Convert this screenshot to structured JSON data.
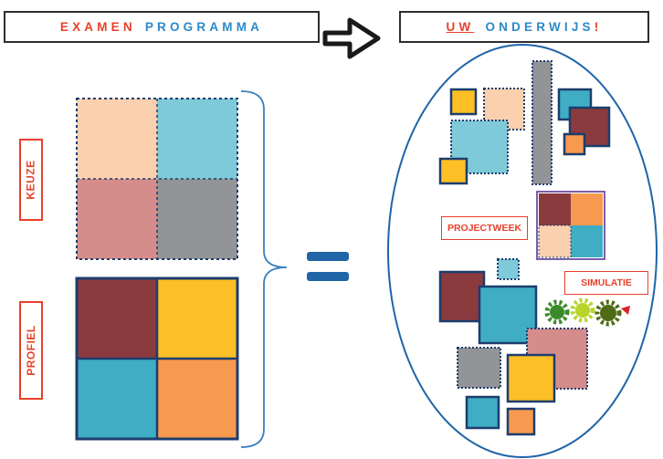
{
  "header": {
    "left_word1": "EXAMEN",
    "left_word2": "PROGRAMMA",
    "right_word1": "UW",
    "right_word2": "ONDERWIJS",
    "right_exclaim": "!"
  },
  "labels": {
    "keuze": "KEUZE",
    "profiel": "PROFIEL",
    "projectweek": "PROJECTWEEK",
    "simulatie": "SIMULATIE"
  },
  "colors": {
    "peach": "#fbd0ae",
    "light_blue": "#7fcad8",
    "rose": "#d48d8b",
    "gray": "#929497",
    "maroon": "#8b3a3e",
    "yellow": "#fcbf26",
    "teal": "#3fadc4",
    "orange": "#f7994e",
    "navy": "#1c3d6e",
    "ellipse_blue": "#1f65a8",
    "brace_blue": "#3a7fbf",
    "accent_red": "#e8402a",
    "accent_blue": "#2a8ac9"
  }
}
